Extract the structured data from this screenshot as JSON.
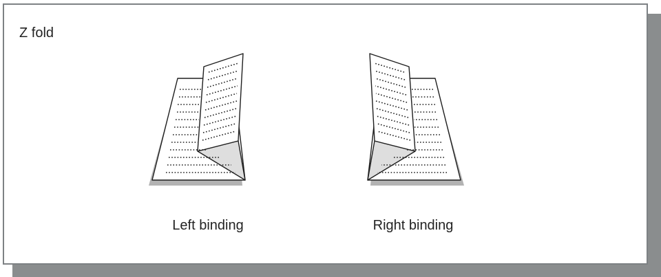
{
  "title": "Z fold",
  "options": [
    {
      "label": "Left binding",
      "icon": "z-fold-left-binding-icon"
    },
    {
      "label": "Right binding",
      "icon": "z-fold-right-binding-icon"
    }
  ],
  "colors": {
    "panel_border": "#7d8184",
    "panel_shadow": "#8a8d8e",
    "paper_shadow": "#b3b3b3",
    "fold_gray": "#dedede",
    "line": "#1e1e1e"
  }
}
